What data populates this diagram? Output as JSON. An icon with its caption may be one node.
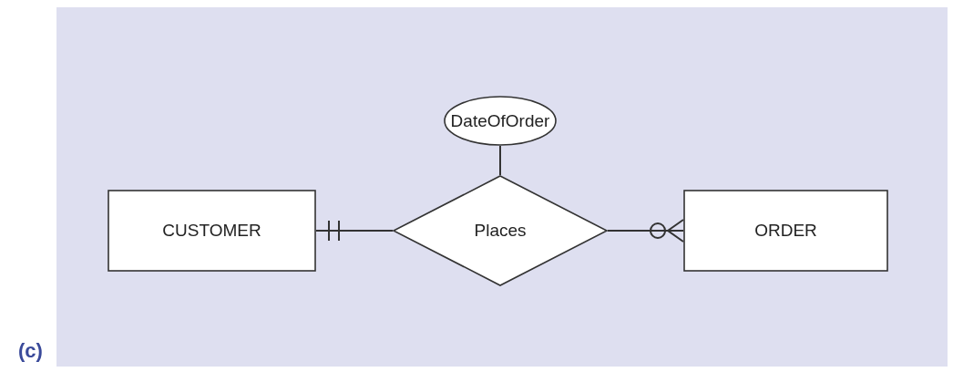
{
  "diagram": {
    "nodes": [
      {
        "text": [
          "DateOfOrder"
        ]
      },
      {
        "text": [
          "CUSTOMER"
        ]
      },
      {
        "text": [
          "Places"
        ]
      },
      {
        "text": [
          "ORDER"
        ]
      }
    ],
    "edges": [
      {
        "from": 0,
        "to": 2,
        "arrow": "none"
      },
      {
        "from": 2,
        "to": 1,
        "arrow": "other"
      },
      {
        "from": 2,
        "to": 3,
        "arrow": "other"
      }
    ],
    "labels": [
      "(c)"
    ]
  }
}
